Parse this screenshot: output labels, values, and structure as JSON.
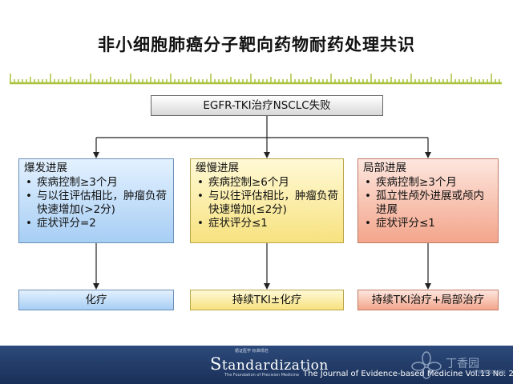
{
  "slide": {
    "title": "非小细胞肺癌分子靶向药物耐药处理共识",
    "top_box": "EGFR-TKI治疗NSCLC失败",
    "columns": [
      {
        "heading": "爆发进展",
        "items": [
          "疾病控制≥3个月",
          "与以往评估相比，肿瘤负荷快速增加(>2分)",
          "症状评分=2"
        ],
        "result": "化疗",
        "color": "#a7cef4"
      },
      {
        "heading": "缓慢进展",
        "items": [
          "疾病控制≥6个月",
          "与以往评估相比，肿瘤负荷快速增加(≤2分)",
          "症状评分≤1"
        ],
        "result": "持续TKI±化疗",
        "color": "#f7e27f"
      },
      {
        "heading": "局部进展",
        "items": [
          "疾病控制≥3个月",
          "孤立性颅外进展或颅内进展",
          "症状评分≤1"
        ],
        "result": "持续TKI治疗+局部治疗",
        "color": "#f3a58b"
      }
    ]
  },
  "footer": {
    "logo_top": "循证医学 标准规范",
    "logo_prefix": "S",
    "logo_rest": "tandardization",
    "logo_sub": "The Foundation of Precision Medicine",
    "journal": "The Journal of  Evidence-based  Medicine  Vol.13  No. 2",
    "watermark": "丁香园",
    "watermark_url": "WWW.DXY.CN"
  },
  "colors": {
    "ruler": "#a8c23a",
    "footer_bg": "#1f3866"
  }
}
